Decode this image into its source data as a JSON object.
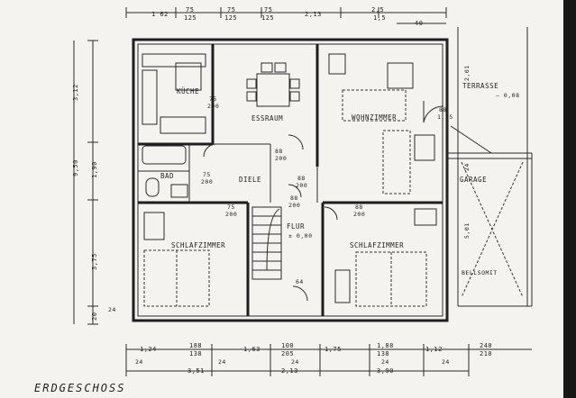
{
  "drawing": {
    "title": "ERDGESCHOSS",
    "rooms": {
      "kueche": "KÜCHE",
      "essraum": "ESSRAUM",
      "wohnzimmer": "WOHNZIMMER",
      "terrasse": "TERRASSE",
      "terrasse_level": "– 0,08",
      "garage": "GARAGE",
      "bad": "BAD",
      "diele": "DIELE",
      "flur": "FLUR",
      "flur_level": "± 0,00",
      "schlafzimmer_left": "SCHLAFZIMMER",
      "schlafzimmer_right": "SCHLAFZIMMER",
      "bellsomit": "BELLSOMIT"
    },
    "top_dims": [
      "1 62",
      "75",
      "125",
      "75",
      "125",
      "75",
      "125",
      "2,13",
      "2,5",
      "1,5",
      "40"
    ],
    "bottom_dims_row1": [
      "1,24",
      "188",
      "138",
      "1,63",
      "100",
      "205",
      "1,75",
      "1,88",
      "138",
      "1,12",
      "240",
      "210"
    ],
    "bottom_dims_row2": [
      "24",
      "24",
      "24",
      "24",
      "24"
    ],
    "bottom_dims_row3": [
      "3,51",
      "2,13",
      "3,90"
    ],
    "left_dims": [
      "3,12",
      "9,50",
      "1,90",
      "3,75",
      "20"
    ],
    "door_marks": {
      "kueche_door": [
        "75",
        "200"
      ],
      "diele_door_a": [
        "88",
        "200"
      ],
      "diele_door_b": [
        "88",
        "200"
      ],
      "bad_door": [
        "75",
        "200"
      ],
      "left_bed_door": [
        "75",
        "200"
      ],
      "flur_door": [
        "88",
        "200"
      ],
      "right_bed_door": [
        "88",
        "200"
      ],
      "terrace_door": [
        "88",
        "1,25"
      ],
      "lower_left": [
        "24"
      ],
      "flur_step": [
        "64"
      ],
      "garage_side": [
        "2,01",
        "24",
        "5,01"
      ]
    }
  }
}
